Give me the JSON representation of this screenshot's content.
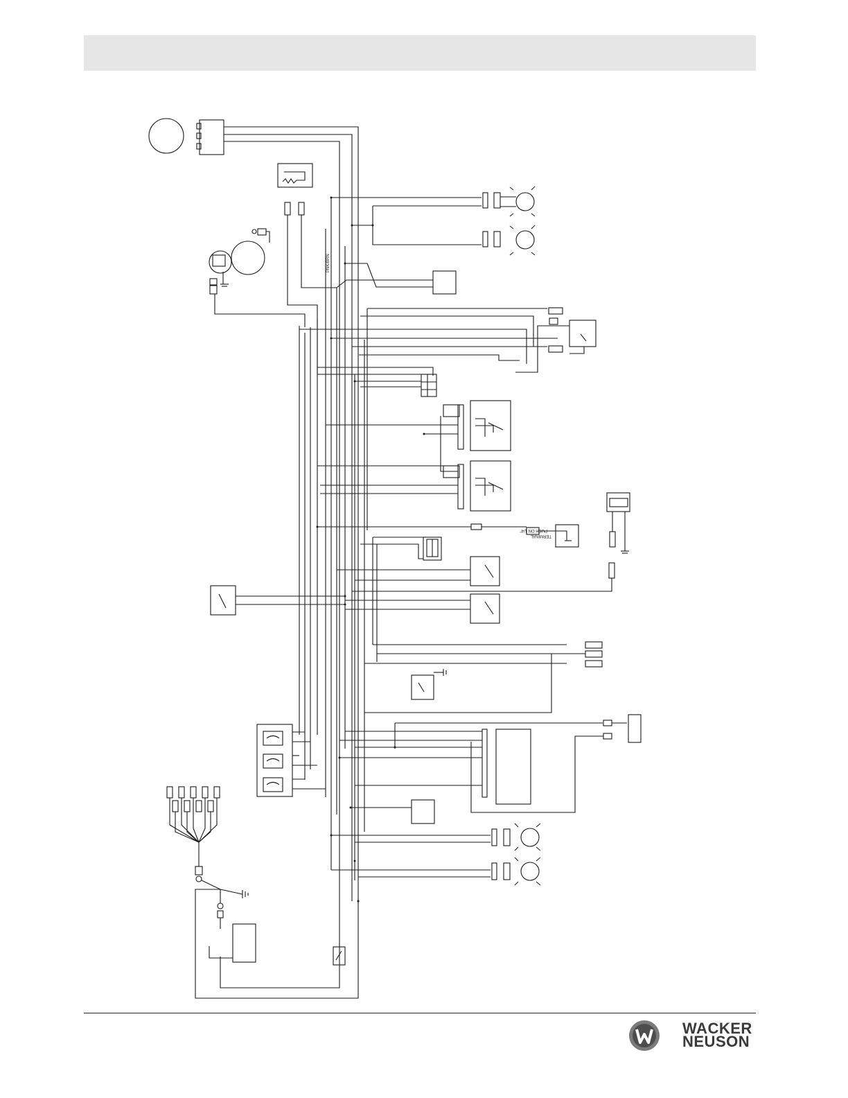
{
  "diagram": {
    "wire_labels": {
      "pnk_brn": "PNK/BRN"
    },
    "terminal_labels": {
      "push_on": "PUSH ON 1/4\"",
      "terminal": "TERMINAL"
    }
  },
  "footer": {
    "brand_line1": "WACKER",
    "brand_line2": "NEUSON",
    "brand_color": "#3a3a3a"
  },
  "colors": {
    "header_band": "#e6e6e7",
    "wire": "#1a1a1a"
  }
}
